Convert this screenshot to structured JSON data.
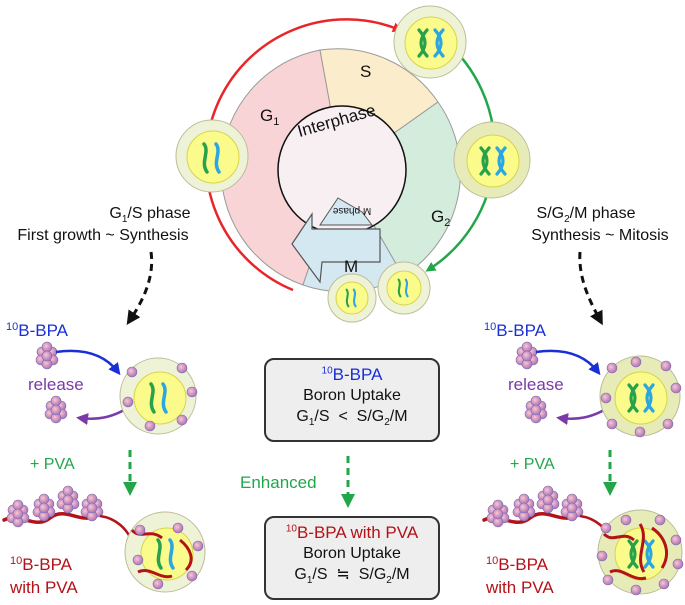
{
  "cycle": {
    "center_label": "Interphase",
    "m_inner_label": "M phase",
    "phases": [
      {
        "key": "G1",
        "label": "G",
        "sub": "1",
        "color": "#f9d4d6"
      },
      {
        "key": "S",
        "label": "S",
        "sub": "",
        "color": "#fbeccb"
      },
      {
        "key": "G2",
        "label": "G",
        "sub": "2",
        "color": "#d4ecdc"
      },
      {
        "key": "M",
        "label": "M",
        "sub": "",
        "color": "#d4e8f2"
      }
    ]
  },
  "left_caption": {
    "line1_pre": "G",
    "line1_sub": "1",
    "line1_post": "/S phase",
    "line2": "First growth ~ Synthesis"
  },
  "right_caption": {
    "line1_pre": "S/G",
    "line1_sub": "2",
    "line1_post": "/M phase",
    "line2": "Synthesis ~ Mitosis"
  },
  "labels": {
    "bpa_sup": "10",
    "bpa_text": "B-BPA",
    "release": "release",
    "pva": "+ PVA",
    "with_pva": "with PVA",
    "enhanced": "Enhanced"
  },
  "box_top": {
    "title_sup": "10",
    "title": "B-BPA",
    "line1": "Boron Uptake",
    "cmp_left_pre": "G",
    "cmp_left_sub": "1",
    "cmp_left_post": "/S",
    "cmp_op": "<",
    "cmp_right_pre": "S/G",
    "cmp_right_sub": "2",
    "cmp_right_post": "/M"
  },
  "box_bottom": {
    "title_sup": "10",
    "title": "B-BPA with PVA",
    "line1": "Boron Uptake",
    "cmp_left_pre": "G",
    "cmp_left_sub": "1",
    "cmp_left_post": "/S",
    "cmp_op": "≒",
    "cmp_right_pre": "S/G",
    "cmp_right_sub": "2",
    "cmp_right_post": "/M"
  },
  "colors": {
    "red": "#e8262a",
    "green": "#22a64a",
    "blue": "#1a2fd6",
    "purple": "#7a3aa8",
    "dark_red": "#b31218",
    "dna_green": "#27a24a",
    "dna_blue": "#2aa6e0"
  }
}
